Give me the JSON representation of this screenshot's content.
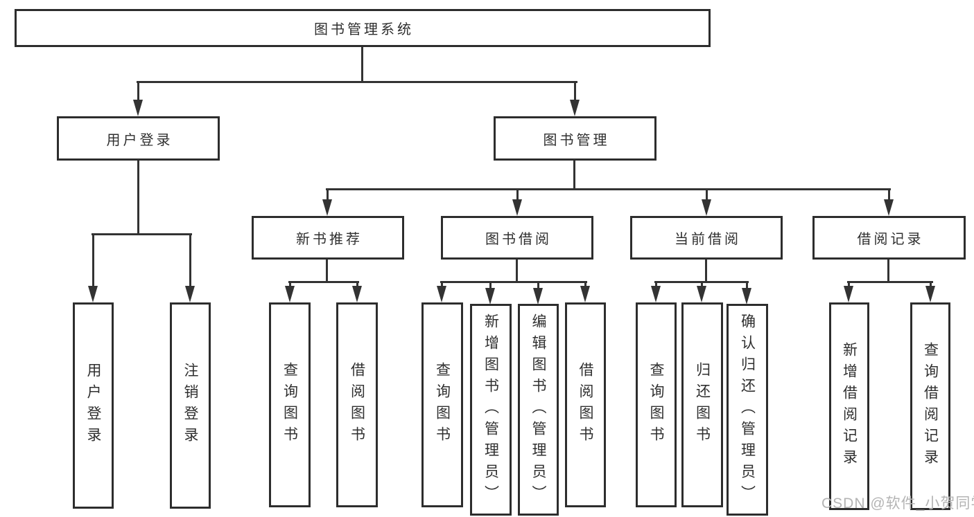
{
  "tree": {
    "root": {
      "label": "图书管理系统",
      "children": [
        {
          "label": "用户登录",
          "children": [
            {
              "label": "用户登录"
            },
            {
              "label": "注销登录"
            }
          ]
        },
        {
          "label": "图书管理",
          "children": [
            {
              "label": "新书推荐",
              "children": [
                {
                  "label": "查询图书"
                },
                {
                  "label": "借阅图书"
                }
              ]
            },
            {
              "label": "图书借阅",
              "children": [
                {
                  "label": "查询图书"
                },
                {
                  "label": "新增图书（管理员）"
                },
                {
                  "label": "编辑图书（管理员）"
                },
                {
                  "label": "借阅图书"
                }
              ]
            },
            {
              "label": "当前借阅",
              "children": [
                {
                  "label": "查询图书"
                },
                {
                  "label": "归还图书"
                },
                {
                  "label": "确认归还（管理员）"
                }
              ]
            },
            {
              "label": "借阅记录",
              "children": [
                {
                  "label": "新增借阅记录"
                },
                {
                  "label": "查询借阅记录"
                }
              ]
            }
          ]
        }
      ]
    }
  },
  "watermark": "CSDN @软件_小贺同学",
  "colors": {
    "background": "#ffffff",
    "box_border": "#2d2d2d",
    "line": "#333333",
    "text": "#2f2f2f",
    "watermark": "#b4b4b4"
  }
}
